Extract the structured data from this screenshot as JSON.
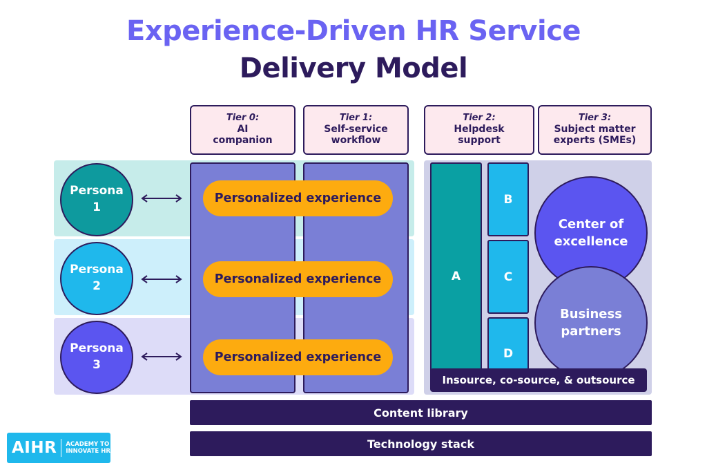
{
  "title": {
    "line1": "Experience-Driven HR Service",
    "line2": "Delivery Model"
  },
  "tiers": [
    {
      "label": "Tier 0:",
      "name_line1": "AI",
      "name_line2": "companion"
    },
    {
      "label": "Tier 1:",
      "name_line1": "Self-service",
      "name_line2": "workflow"
    },
    {
      "label": "Tier 2:",
      "name_line1": "Helpdesk",
      "name_line2": "support"
    },
    {
      "label": "Tier 3:",
      "name_line1": "Subject matter",
      "name_line2": "experts (SMEs)"
    }
  ],
  "personas": [
    {
      "line1": "Persona",
      "line2": "1"
    },
    {
      "line1": "Persona",
      "line2": "2"
    },
    {
      "line1": "Persona",
      "line2": "3"
    }
  ],
  "experience_label": "Personalized experience",
  "helpdesk": {
    "a": "A",
    "b": "B",
    "c": "C",
    "d": "D"
  },
  "sme": {
    "coe_line1": "Center of",
    "coe_line2": "excellence",
    "bp_line1": "Business",
    "bp_line2": "partners"
  },
  "sourcing_label": "Insource, co-source, & outsource",
  "content_library": "Content library",
  "technology_stack": "Technology stack",
  "logo": {
    "mark": "AIHR",
    "sub_line1": "ACADEMY TO",
    "sub_line2": "INNOVATE HR"
  },
  "colors": {
    "title_accent": "#6a63f2",
    "navy": "#2d1b5c",
    "tier_bg": "#fde9ee",
    "pill": "#fdab0f",
    "persona1": "#0e9a9e",
    "persona2": "#1fb8ec",
    "persona3": "#5b55f0",
    "column": "#7a7fd6",
    "helpdesk_a": "#0aa0a3",
    "helpdesk_bcd": "#1fb8ec"
  }
}
